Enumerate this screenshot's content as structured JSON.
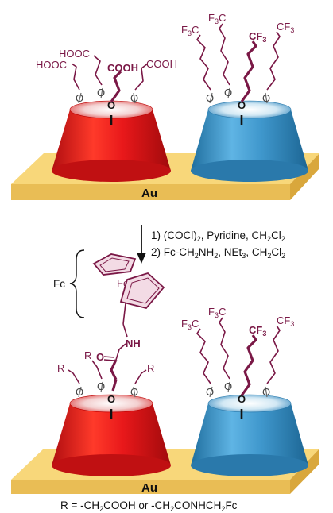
{
  "scheme": {
    "surface_label": "Au",
    "step_1": "1) (COCl)",
    "step_1_sub": "2",
    "step_1_rest": ", Pyridine, CH",
    "step_1_sub2": "2",
    "step_1_cl": "Cl",
    "step_1_sub3": "2",
    "step_2": "2) Fc-CH",
    "step_2_sub": "2",
    "step_2_nh": "NH",
    "step_2_sub2": "2",
    "step_2_rest": ", NEt",
    "step_2_sub3": "3",
    "step_2_ch": ", CH",
    "step_2_sub4": "2",
    "step_2_cl": "Cl",
    "step_2_sub5": "2",
    "fc_label": "Fc",
    "fe_label": "Fe",
    "cooh": "COOH",
    "hooc": "HOOC",
    "cf3_a": "F",
    "cf3_sub": "3",
    "cf3_c": "C",
    "cf3_right": "CF",
    "r_label": "R",
    "o_label": "O",
    "nh_label": "NH",
    "carbonyl_o": "O",
    "footnote_a": "R = -CH",
    "footnote_sub1": "2",
    "footnote_b": "COOH or -CH",
    "footnote_sub2": "2",
    "footnote_c": "CONHCH",
    "footnote_sub3": "2",
    "footnote_d": "Fc"
  },
  "colors": {
    "gold_top": "#f8d77a",
    "gold_side": "#e6b54a",
    "red_cone": "#e01a1a",
    "blue_cone": "#3f97cc",
    "chem": "#7a1846"
  }
}
